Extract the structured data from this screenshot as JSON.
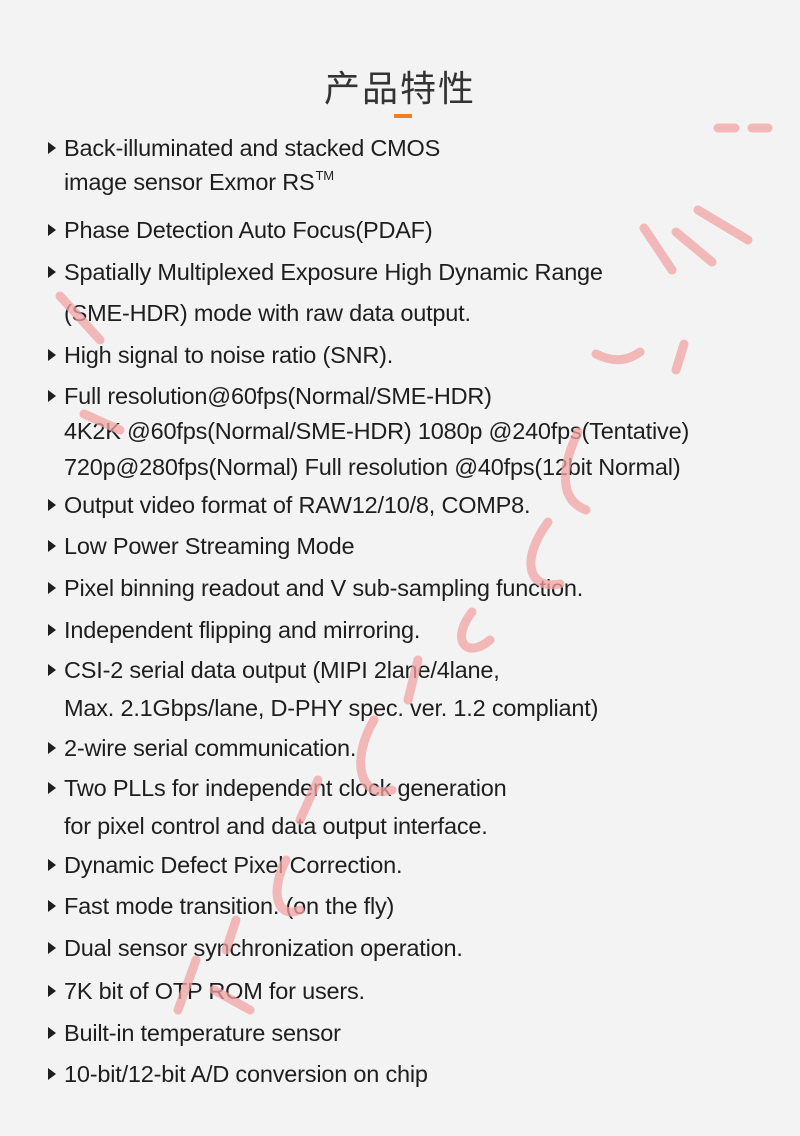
{
  "title": "产品特性",
  "features": [
    {
      "lines": [
        "Back-illuminated and stacked CMOS",
        "image sensor Exmor RS"
      ],
      "suffix": "TM"
    },
    {
      "lines": [
        "Phase Detection Auto Focus(PDAF)"
      ]
    },
    {
      "lines": [
        "Spatially Multiplexed Exposure High Dynamic Range",
        "(SME-HDR) mode with raw data output."
      ]
    },
    {
      "lines": [
        "High signal to noise ratio (SNR)."
      ]
    },
    {
      "lines": [
        "Full resolution@60fps(Normal/SME-HDR)",
        "4K2K @60fps(Normal/SME-HDR) 1080p @240fps(Tentative)",
        "720p@280fps(Normal) Full resolution @40fps(12bit Normal)"
      ]
    },
    {
      "lines": [
        "Output video format of RAW12/10/8, COMP8."
      ]
    },
    {
      "lines": [
        "Low Power Streaming Mode"
      ]
    },
    {
      "lines": [
        "Pixel binning readout and V sub-sampling function."
      ]
    },
    {
      "lines": [
        "Independent flipping and mirroring."
      ]
    },
    {
      "lines": [
        "CSI-2 serial data output (MIPI 2lane/4lane,",
        "Max. 2.1Gbps/lane, D-PHY spec. ver. 1.2 compliant)"
      ]
    },
    {
      "lines": [
        "2-wire serial communication."
      ]
    },
    {
      "lines": [
        "Two PLLs for independent clock generation",
        "for pixel control and data output interface."
      ]
    },
    {
      "lines": [
        "Dynamic Defect Pixel Correction."
      ]
    },
    {
      "lines": [
        "Fast mode transition. (on the fly)"
      ]
    },
    {
      "lines": [
        "Dual sensor synchronization operation."
      ]
    },
    {
      "lines": [
        "7K bit of OTP ROM for users."
      ]
    },
    {
      "lines": [
        "Built-in temperature sensor"
      ]
    },
    {
      "lines": [
        "10-bit/12-bit A/D conversion on chip"
      ]
    }
  ],
  "colors": {
    "accent": "#f07f22",
    "watermark": "#f2a3a3",
    "text": "#1e1e1e",
    "background": "#f3f3f3"
  }
}
